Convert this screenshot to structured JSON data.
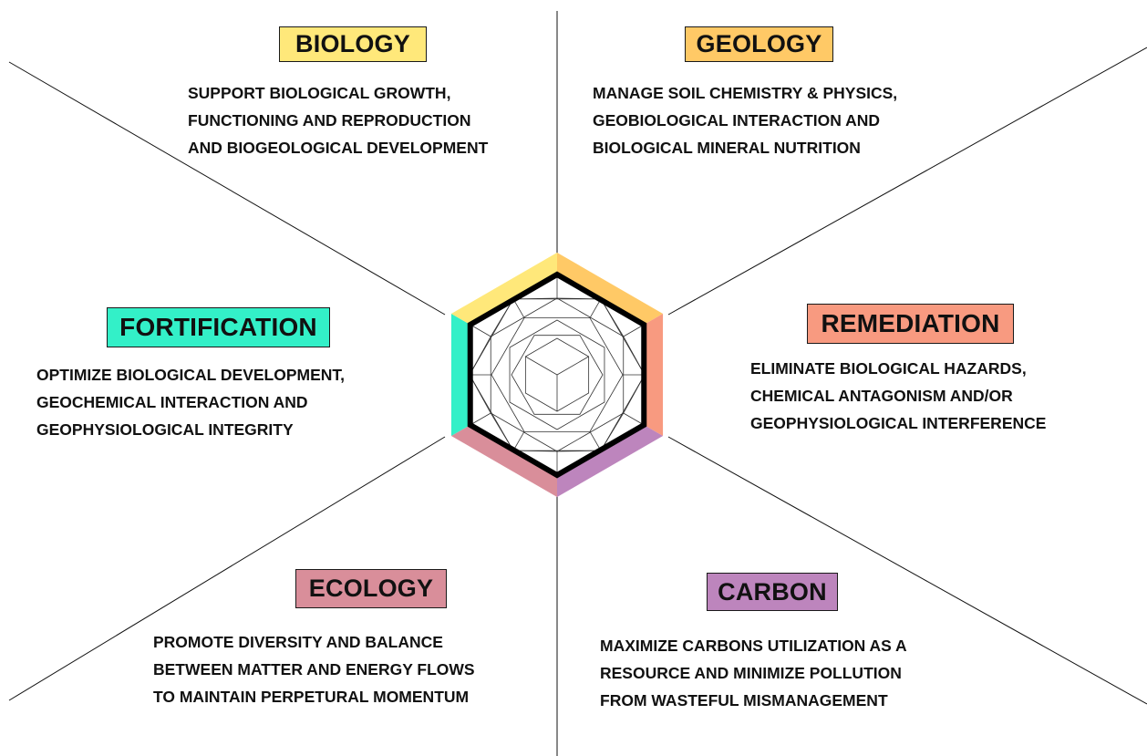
{
  "colors": {
    "biology": "#ffe87a",
    "geology": "#ffc966",
    "remediation": "#f89a80",
    "carbon": "#bd85bd",
    "ecology": "#d98e9a",
    "fortification": "#33f0c8"
  },
  "sections": {
    "biology": {
      "title": "BIOLOGY",
      "lines": [
        "SUPPORT BIOLOGICAL GROWTH,",
        "FUNCTIONING AND REPRODUCTION",
        "AND BIOGEOLOGICAL DEVELOPMENT"
      ]
    },
    "geology": {
      "title": "GEOLOGY",
      "lines": [
        "MANAGE SOIL CHEMISTRY & PHYSICS,",
        "GEOBIOLOGICAL INTERACTION AND",
        "BIOLOGICAL MINERAL NUTRITION"
      ]
    },
    "fortification": {
      "title": "FORTIFICATION",
      "lines": [
        "OPTIMIZE BIOLOGICAL DEVELOPMENT,",
        "GEOCHEMICAL INTERACTION AND",
        "GEOPHYSIOLOGICAL INTEGRITY"
      ]
    },
    "remediation": {
      "title": "REMEDIATION",
      "lines": [
        "ELIMINATE BIOLOGICAL HAZARDS,",
        "CHEMICAL ANTAGONISM AND/OR",
        "GEOPHYSIOLOGICAL INTERFERENCE"
      ]
    },
    "ecology": {
      "title": "ECOLOGY",
      "lines": [
        "PROMOTE DIVERSITY AND BALANCE",
        "BETWEEN MATTER AND ENERGY FLOWS",
        "TO MAINTAIN PERPETURAL MOMENTUM"
      ]
    },
    "carbon": {
      "title": "CARBON",
      "lines": [
        "MAXIMIZE CARBONS UTILIZATION AS A",
        "RESOURCE AND MINIMIZE POLLUTION",
        "FROM WASTEFUL MISMANAGEMENT"
      ]
    }
  }
}
